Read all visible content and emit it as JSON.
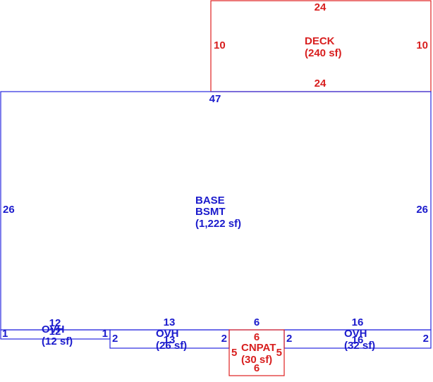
{
  "deck": {
    "name": "DECK",
    "area": "(240 sf)",
    "dims": {
      "top": "24",
      "bottom": "24",
      "left": "10",
      "right": "10"
    },
    "color": "#d81e1e"
  },
  "base": {
    "name": "BASE",
    "sub": "BSMT",
    "area": "(1,222 sf)",
    "dims": {
      "top": "47",
      "left": "26",
      "right": "26"
    },
    "color": "#1a1acc"
  },
  "ovh1": {
    "name": "OVH",
    "area": "(12 sf)",
    "dims": {
      "top": "12",
      "bottom": "12",
      "left": "1",
      "right": "1"
    }
  },
  "ovh2": {
    "name": "OVH",
    "area": "(26 sf)",
    "dims": {
      "top": "13",
      "bottom": "13",
      "left": "2",
      "right": "2"
    }
  },
  "ovh3": {
    "name": "OVH",
    "area": "(32 sf)",
    "dims": {
      "top": "16",
      "bottom": "16",
      "left": "2",
      "right": "2"
    }
  },
  "center_top": "6",
  "cnpat": {
    "name": "CNPAT",
    "area": "(30 sf)",
    "dims": {
      "top": "6",
      "bottom": "6",
      "left": "5",
      "right": "5"
    }
  }
}
